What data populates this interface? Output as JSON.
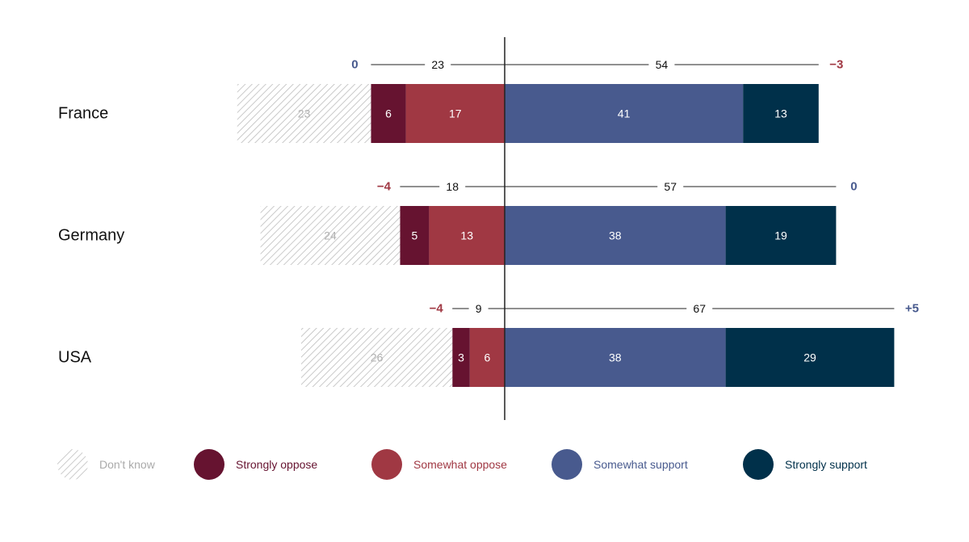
{
  "chart_data": {
    "type": "bar",
    "stacked": "diverging",
    "categories": [
      "France",
      "Germany",
      "USA"
    ],
    "series": [
      {
        "name": "Don't know",
        "values": [
          23,
          24,
          26
        ],
        "color": "#bbbbbb",
        "pattern": "hatched"
      },
      {
        "name": "Strongly oppose",
        "values": [
          6,
          5,
          3
        ],
        "color": "#661330"
      },
      {
        "name": "Somewhat oppose",
        "values": [
          17,
          13,
          6
        ],
        "color": "#a03843"
      },
      {
        "name": "Somewhat support",
        "values": [
          41,
          38,
          38
        ],
        "color": "#485a8e"
      },
      {
        "name": "Strongly support",
        "values": [
          13,
          19,
          29
        ],
        "color": "#00304a"
      }
    ],
    "oppose_totals": [
      23,
      18,
      9
    ],
    "support_totals": [
      54,
      57,
      67
    ],
    "oppose_change": [
      "0",
      "−4",
      "−4"
    ],
    "support_change": [
      "−3",
      "0",
      "+5"
    ],
    "change_colors": {
      "positive": "#485a8e",
      "negative": "#a03843",
      "zero": "#485a8e"
    },
    "legend_placement": "bottom"
  }
}
